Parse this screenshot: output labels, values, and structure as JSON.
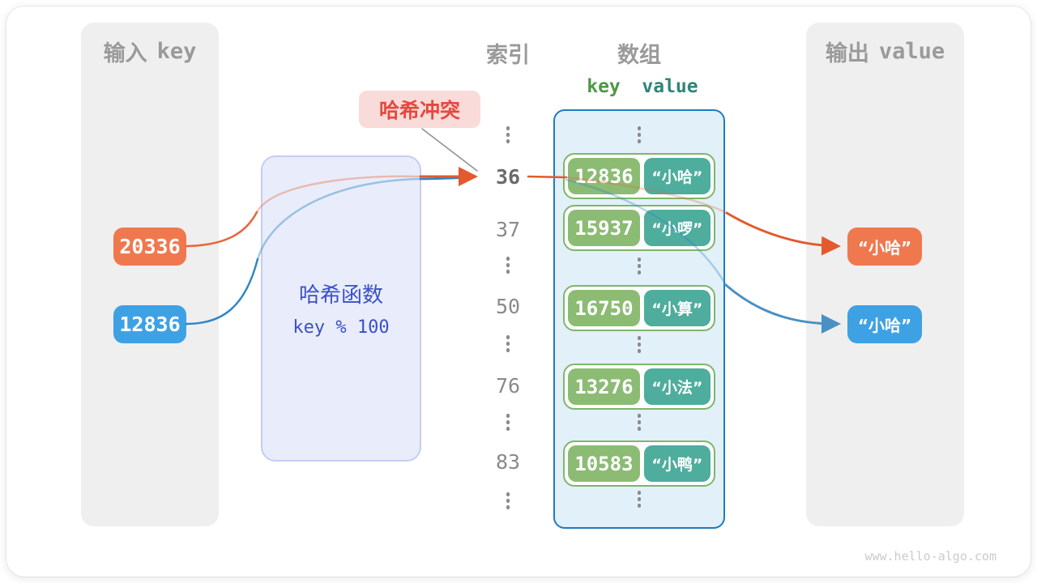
{
  "colors": {
    "panel_gray": "#EFEFEF",
    "title_gray": "#9A9A9A",
    "orange": "#F0784E",
    "blue": "#3EA1E4",
    "key_green": "#8CBC74",
    "value_teal": "#4EAD9D",
    "array_bg": "#E2F0FA",
    "array_border": "#1F7BC0",
    "hash_bg": "#E9EDFB",
    "hash_border": "#C5CDF3",
    "hash_text": "#3B50C7",
    "collision_bg": "#F9DBD9",
    "collision_text": "#E6483D"
  },
  "input_panel": {
    "title_zh": "输入",
    "title_en": "key",
    "keys": [
      {
        "value": "20336",
        "color": "#F0784E"
      },
      {
        "value": "12836",
        "color": "#3EA1E4"
      }
    ]
  },
  "hash_function": {
    "name": "哈希函数",
    "formula": "key % 100"
  },
  "collision_label": {
    "text": "哈希冲突"
  },
  "index_column": {
    "title": "索引",
    "rows": [
      {
        "type": "dots"
      },
      {
        "type": "number",
        "text": "36",
        "bold": true
      },
      {
        "type": "number",
        "text": "37"
      },
      {
        "type": "dots"
      },
      {
        "type": "number",
        "text": "50"
      },
      {
        "type": "dots"
      },
      {
        "type": "number",
        "text": "76"
      },
      {
        "type": "dots"
      },
      {
        "type": "number",
        "text": "83"
      },
      {
        "type": "dots"
      }
    ]
  },
  "array_panel": {
    "title": "数组",
    "key_header": "key",
    "value_header": "value",
    "pairs": [
      {
        "key": "12836",
        "value": "“小哈”"
      },
      {
        "key": "15937",
        "value": "“小啰”"
      },
      {
        "key": "16750",
        "value": "“小算”"
      },
      {
        "key": "13276",
        "value": "“小法”"
      },
      {
        "key": "10583",
        "value": "“小鸭”"
      }
    ]
  },
  "output_panel": {
    "title_zh": "输出",
    "title_en": "value",
    "values": [
      {
        "text": "“小哈”",
        "color": "#F0784E"
      },
      {
        "text": "“小哈”",
        "color": "#3EA1E4"
      }
    ]
  },
  "watermark": "www.hello-algo.com"
}
